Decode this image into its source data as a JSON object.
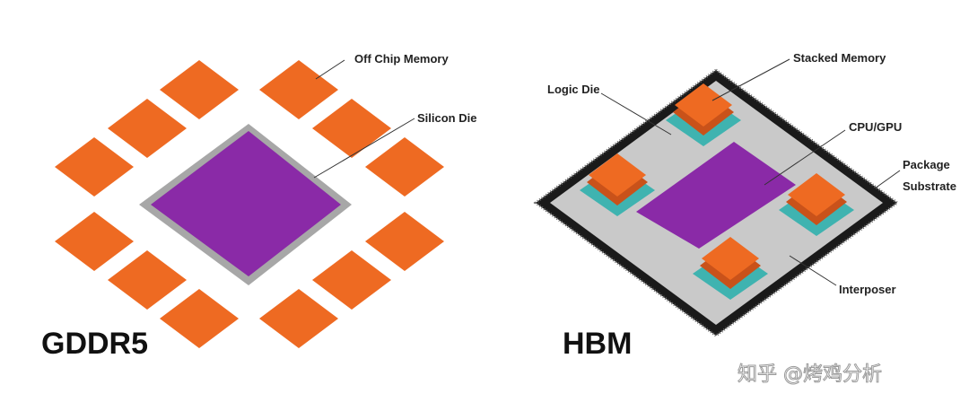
{
  "left": {
    "title": "GDDR5",
    "label_off_chip": "Off Chip Memory",
    "label_silicon_die": "Silicon Die"
  },
  "right": {
    "title": "HBM",
    "label_logic_die": "Logic Die",
    "label_stacked_memory": "Stacked Memory",
    "label_cpu_gpu": "CPU/GPU",
    "label_package_line1": "Package",
    "label_package_line2": "Substrate",
    "label_interposer": "Interposer"
  },
  "watermark": "知乎 @烤鸡分析",
  "colors": {
    "memory_orange": "#ee6a22",
    "memory_orange_dark": "#c9521a",
    "die_purple": "#8a2aa7",
    "die_frame": "#a7a7a7",
    "package_black": "#1a1a1a",
    "interposer_grey": "#c9c9c9",
    "logic_teal": "#3fb3b0"
  }
}
